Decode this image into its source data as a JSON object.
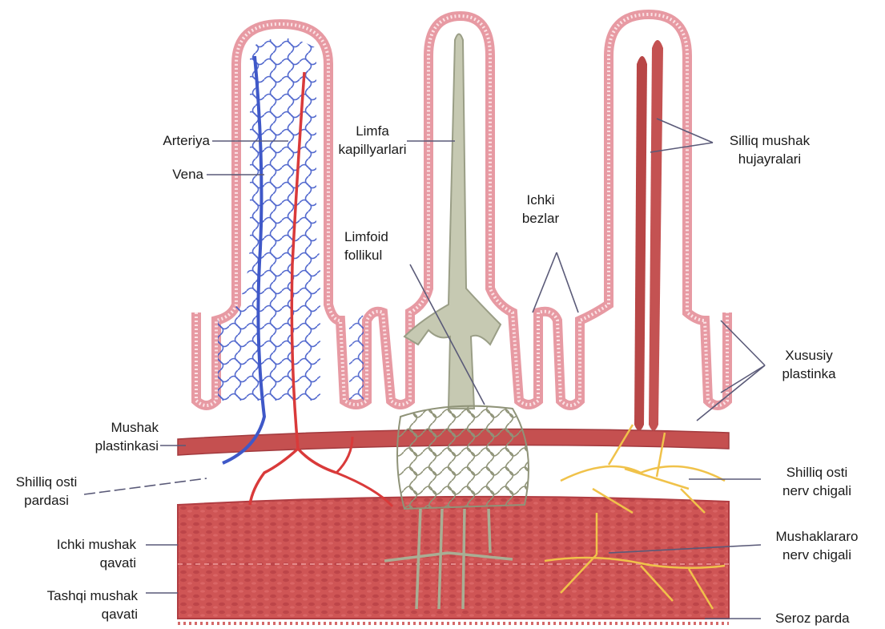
{
  "labels": {
    "arteriya": [
      "Arteriya"
    ],
    "vena": [
      "Vena"
    ],
    "limfa": [
      "Limfa",
      "kapillyarlari"
    ],
    "ichki_bezlar": [
      "Ichki",
      "bezlar"
    ],
    "limfoid": [
      "Limfoid",
      "follikul"
    ],
    "silliq": [
      "Silliq mushak",
      "hujayralari"
    ],
    "xususiy": [
      "Xususiy",
      "plastinka"
    ],
    "mushak_plastinkasi": [
      "Mushak",
      "plastinkasi"
    ],
    "shilliq_osti_pardasi": [
      "Shilliq osti",
      "pardasi"
    ],
    "shilliq_osti_nerv": [
      "Shilliq osti",
      "nerv chigali"
    ],
    "ichki_mushak": [
      "Ichki mushak",
      "qavati"
    ],
    "mushaklararo": [
      "Mushaklararo",
      "nerv chigali"
    ],
    "tashqi_mushak": [
      "Tashqi mushak",
      "qavati"
    ],
    "seroz": [
      "Seroz parda"
    ]
  },
  "colors": {
    "epithelium": "#e79aa3",
    "epithelium_inner": "#fbe3e6",
    "artery": "#d93a3a",
    "vein": "#3f58c8",
    "lymph": "#a9ae94",
    "muscle": "#c84c4c",
    "nerve": "#f0c24a",
    "smooth_muscle": "#b84646",
    "leader": "#5a5a78"
  }
}
